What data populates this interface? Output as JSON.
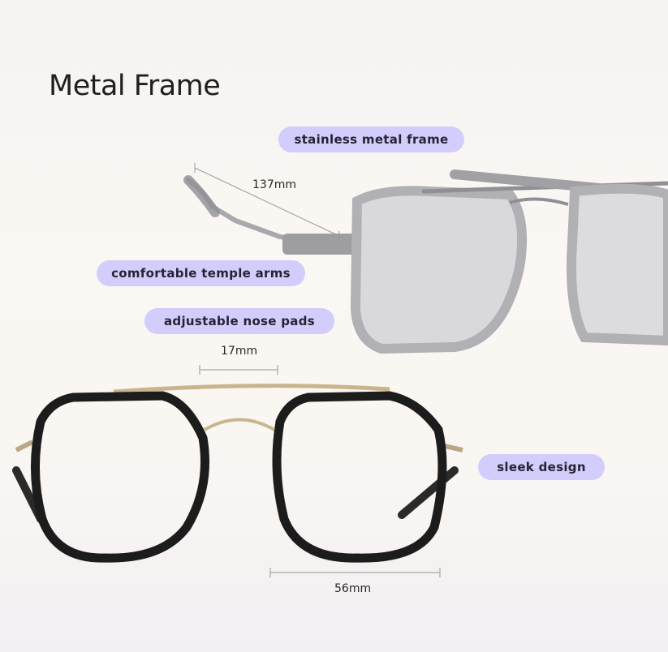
{
  "title": "Metal Frame",
  "features": {
    "frame": "stainless metal frame",
    "temple": "comfortable temple arms",
    "nose": "adjustable nose pads",
    "design": "sleek design"
  },
  "dimensions": {
    "temple_length": "137mm",
    "bridge_width": "17mm",
    "lens_width": "56mm"
  },
  "colors": {
    "pill_bg": "#d3cdfb",
    "front_frame": "#1c1c1c",
    "side_frame": "#b8b8bc"
  }
}
